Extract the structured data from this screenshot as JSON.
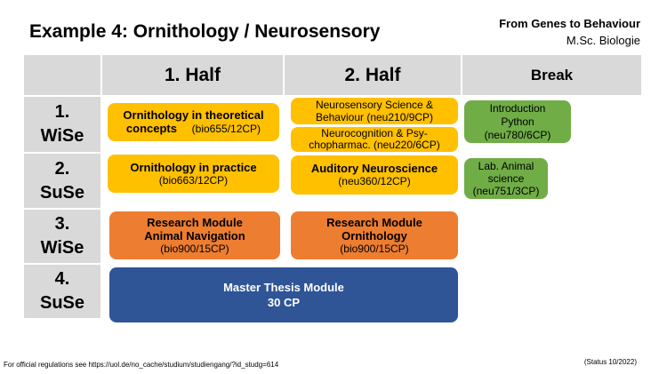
{
  "title": "Example 4: Ornithology / Neurosensory",
  "subtitle": {
    "line1": "From Genes to Behaviour",
    "line2": "M.Sc. Biologie"
  },
  "header": {
    "half1": "1. Half",
    "half2": "2. Half",
    "break": "Break"
  },
  "rows": [
    {
      "number": "1.",
      "term": "WiSe"
    },
    {
      "number": "2.",
      "term": "SuSe"
    },
    {
      "number": "3.",
      "term": "WiSe"
    },
    {
      "number": "4.",
      "term": "SuSe"
    }
  ],
  "modules": {
    "orn_theory": {
      "line1": "Ornithology in theoretical",
      "line2": "concepts",
      "code": "(bio655/12CP)"
    },
    "neurosensory": {
      "line1": "Neurosensory Science &",
      "line2": "Behaviour (neu210/9CP)"
    },
    "neurocognition": {
      "line1": "Neurocognition & Psy-",
      "line2": "chopharmac. (neu220/6CP)"
    },
    "python": {
      "line1": "Introduction",
      "line2": "Python",
      "code": "(neu780/6CP)"
    },
    "orn_practice": {
      "line1": "Ornithology in practice",
      "code": "(bio663/12CP)"
    },
    "auditory": {
      "line1": "Auditory Neuroscience",
      "code": "(neu360/12CP)"
    },
    "lab_animal": {
      "line1": "Lab. Animal",
      "line2": "science",
      "code": "(neu751/3CP)"
    },
    "research_nav": {
      "line1": "Research Module",
      "line2": "Animal Navigation",
      "code": "(bio900/15CP)"
    },
    "research_orn": {
      "line1": "Research Module",
      "line2": "Ornithology",
      "code": "(bio900/15CP)"
    },
    "thesis": {
      "line1": "Master Thesis Module",
      "line2": "30 CP"
    }
  },
  "colors": {
    "yellow": "#ffc000",
    "orange": "#ed7d31",
    "green": "#70ad47",
    "blue": "#2f5597",
    "grid": "#d9d9d9"
  },
  "footer": "For official regulations see https://uol.de/no_cache/studium/studiengang/?id_studg=614",
  "status": "(Status 10/2022)"
}
